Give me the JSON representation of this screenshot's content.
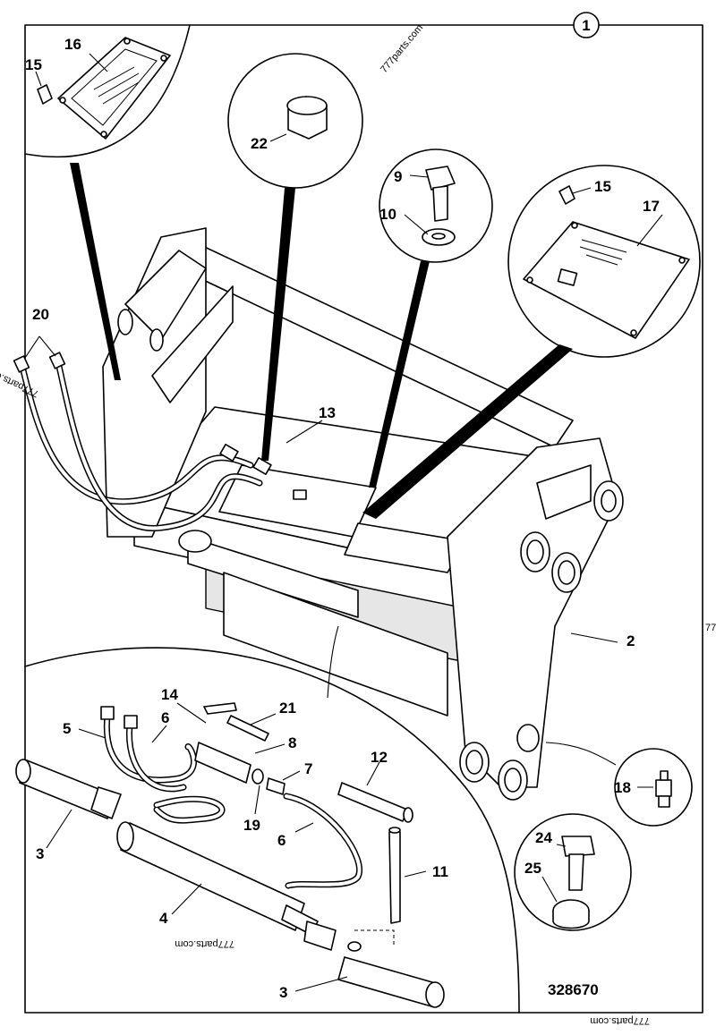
{
  "sheet_number": "1",
  "drawing_number": "328670",
  "watermarks": [
    "777parts.com",
    "777parts.com",
    "777parts.com",
    "777parts.com",
    "77"
  ],
  "callouts": {
    "c2": "2",
    "c3a": "3",
    "c3b": "3",
    "c4": "4",
    "c5": "5",
    "c6a": "6",
    "c6b": "6",
    "c7": "7",
    "c8": "8",
    "c9": "9",
    "c10": "10",
    "c11": "11",
    "c12": "12",
    "c13": "13",
    "c14": "14",
    "c15a": "15",
    "c15b": "15",
    "c16": "16",
    "c17": "17",
    "c18": "18",
    "c19": "19",
    "c20": "20",
    "c21": "21",
    "c22": "22",
    "c24": "24",
    "c25": "25"
  }
}
